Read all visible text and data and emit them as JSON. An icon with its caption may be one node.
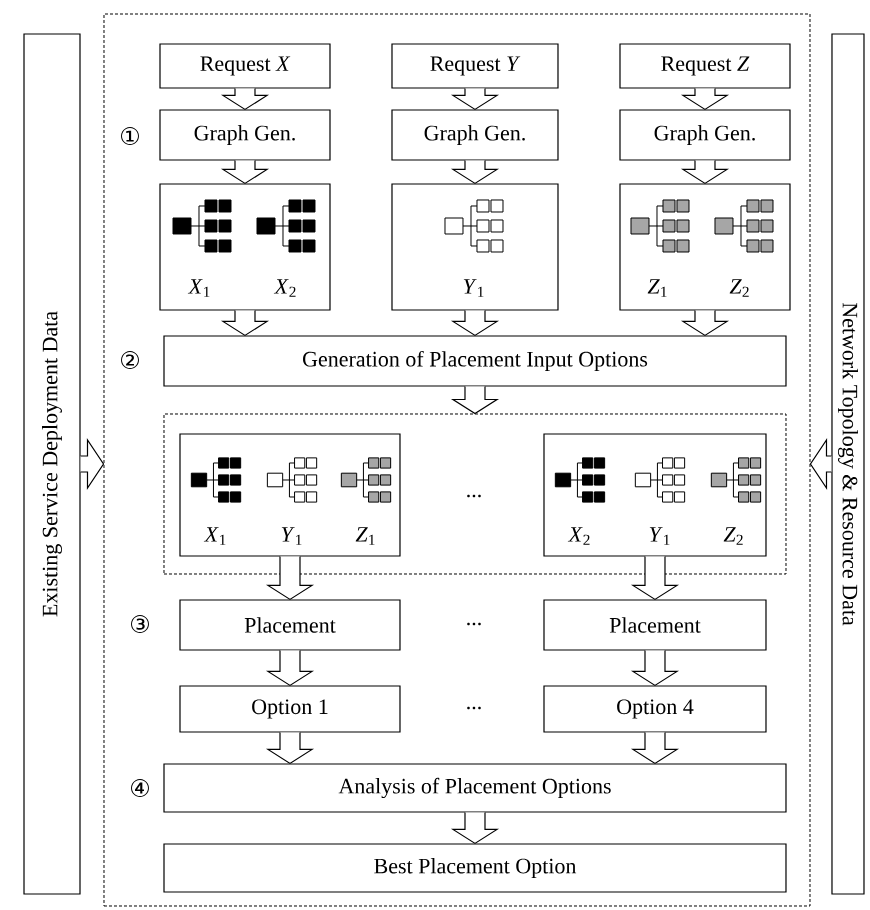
{
  "diagram": {
    "nodes": [
      {
        "text": [
          "Existing Service Deployment Data"
        ]
      },
      {
        "text": [
          "Network Topology & Resource Data"
        ]
      },
      {
        "text": [],
        "shape": "box"
      },
      {
        "text": [
          "Request *X*"
        ],
        "in": 2
      },
      {
        "text": [
          "Request *Y*"
        ],
        "in": 2
      },
      {
        "text": [
          "Request *Z*"
        ],
        "in": 2
      },
      {
        "text": [
          "Graph Gen."
        ],
        "in": 2
      },
      {
        "text": [
          "Graph Gen."
        ],
        "in": 2
      },
      {
        "text": [
          "Graph Gen."
        ],
        "in": 2
      },
      {
        "text": [
          "*X*$_{1}$",
          "*X*$_{2}$"
        ],
        "in": 2
      },
      {
        "text": [
          "*Y*$_{1}$"
        ],
        "in": 2
      },
      {
        "text": [
          "*Z*$_{1}$",
          "*Z*$_{2}$"
        ],
        "in": 2
      },
      {
        "text": [
          "Generation of Placement Input Options"
        ],
        "in": 2
      },
      {
        "text": [],
        "shape": "box",
        "in": 2
      },
      {
        "text": [
          "*X*$_{1}$",
          "*Y*$_{1}$",
          "*Z*$_{1}$"
        ],
        "in": 13
      },
      {
        "text": [
          "*X*$_{2}$",
          "*Y*$_{1}$",
          "*Z*$_{2}$"
        ],
        "in": 13
      },
      {
        "text": [
          "Placement"
        ],
        "in": 2
      },
      {
        "text": [
          "Placement"
        ],
        "in": 2
      },
      {
        "text": [
          "Option 1"
        ],
        "in": 2
      },
      {
        "text": [
          "Option 4"
        ],
        "in": 2
      },
      {
        "text": [
          "Analysis of Placement Options"
        ],
        "in": 2
      },
      {
        "text": [
          "Best Placement Option"
        ],
        "in": 2
      }
    ],
    "edges": [
      {
        "from": 0,
        "to": 2,
        "arrow": "to"
      },
      {
        "from": 1,
        "to": 2,
        "arrow": "to"
      },
      {
        "from": 3,
        "to": 6,
        "arrow": "to"
      },
      {
        "from": 4,
        "to": 7,
        "arrow": "to"
      },
      {
        "from": 5,
        "to": 8,
        "arrow": "to"
      },
      {
        "from": 6,
        "to": 9,
        "arrow": "to"
      },
      {
        "from": 7,
        "to": 10,
        "arrow": "to"
      },
      {
        "from": 8,
        "to": 11,
        "arrow": "to"
      },
      {
        "from": 9,
        "to": 12,
        "arrow": "to"
      },
      {
        "from": 10,
        "to": 12,
        "arrow": "to"
      },
      {
        "from": 11,
        "to": 12,
        "arrow": "to"
      },
      {
        "from": 12,
        "to": 13,
        "arrow": "to"
      },
      {
        "from": 14,
        "to": 16,
        "arrow": "to"
      },
      {
        "from": 15,
        "to": 17,
        "arrow": "to"
      },
      {
        "from": 16,
        "to": 18,
        "arrow": "to"
      },
      {
        "from": 17,
        "to": 19,
        "arrow": "to"
      },
      {
        "from": 18,
        "to": 20,
        "arrow": "to"
      },
      {
        "from": 19,
        "to": 20,
        "arrow": "to"
      },
      {
        "from": 20,
        "to": 21,
        "arrow": "to"
      }
    ],
    "labels": [
      "①",
      "②",
      "...",
      "③",
      "...",
      "...",
      "④"
    ]
  }
}
